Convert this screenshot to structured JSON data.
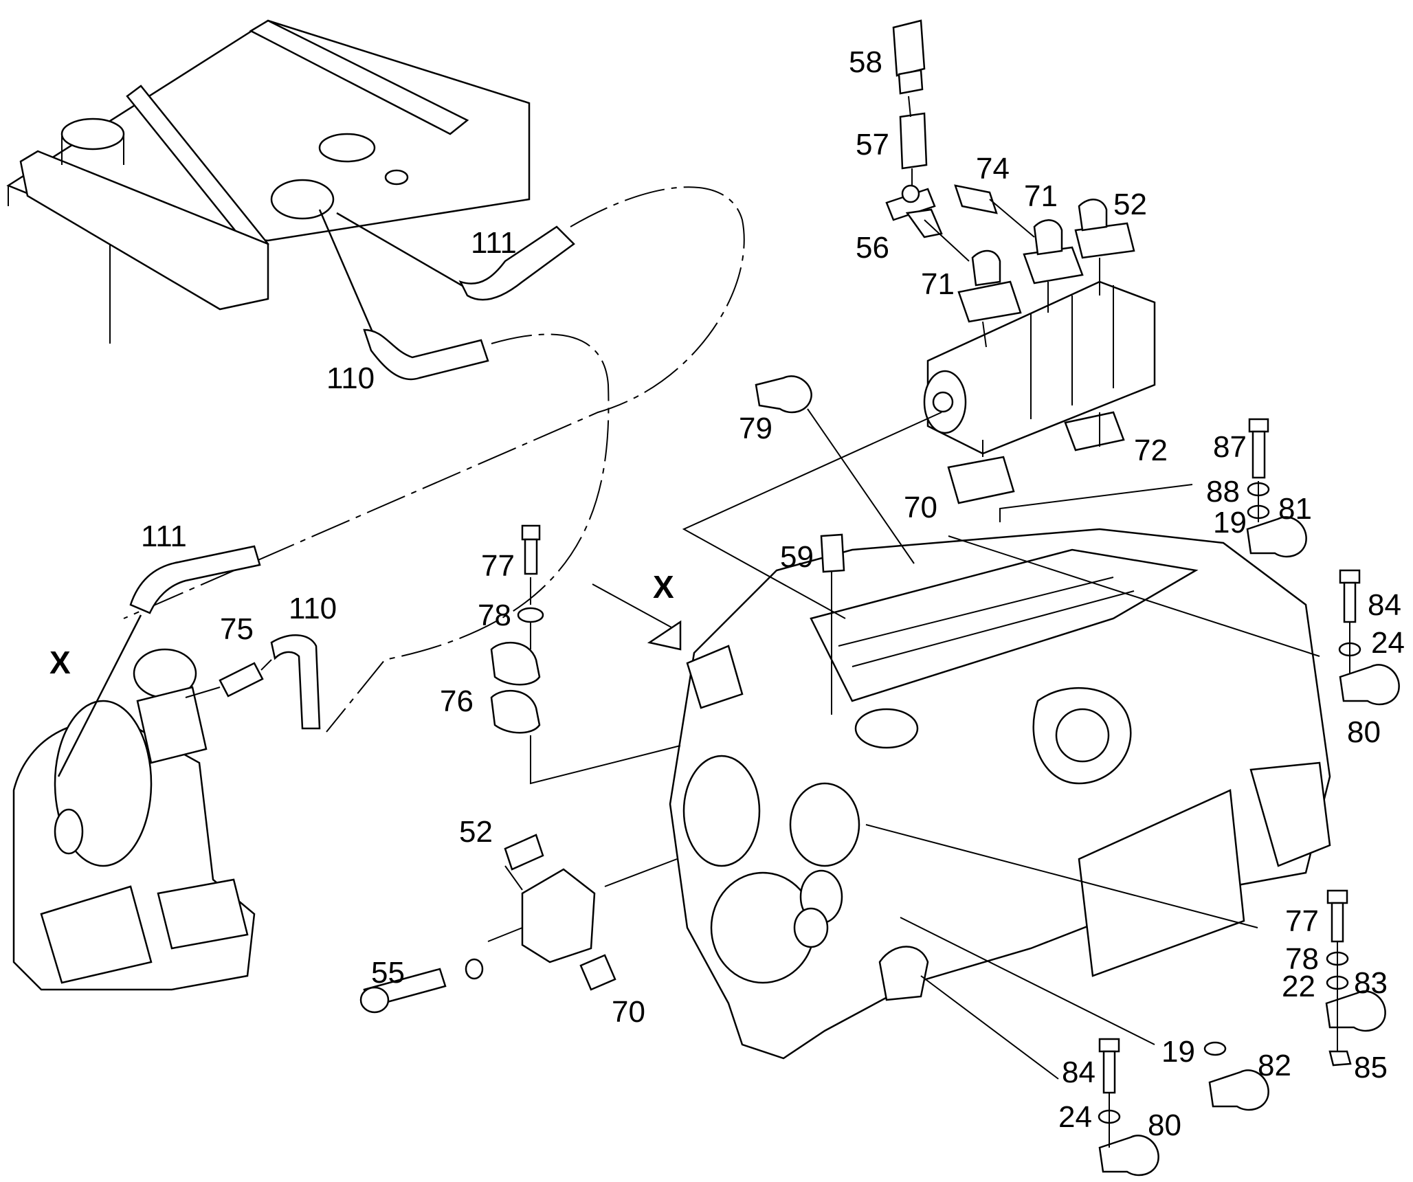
{
  "diagram": {
    "callouts": {
      "c58": "58",
      "c57": "57",
      "c74": "74",
      "c71a": "71",
      "c52a": "52",
      "c56": "56",
      "c71b": "71",
      "c111a": "111",
      "c110a": "110",
      "c79": "79",
      "c72": "72",
      "c70a": "70",
      "c87": "87",
      "c88": "88",
      "c19a": "19",
      "c81": "81",
      "c111b": "111",
      "c77a": "77",
      "c59": "59",
      "c78a": "78",
      "c75": "75",
      "c110b": "110",
      "c84a": "84",
      "c24a": "24",
      "c76": "76",
      "c80a": "80",
      "c52b": "52",
      "c55": "55",
      "c70b": "70",
      "c77b": "77",
      "c78b": "78",
      "c22": "22",
      "c83": "83",
      "c19b": "19",
      "c82": "82",
      "c85": "85",
      "c84b": "84",
      "c24b": "24",
      "c80b": "80"
    },
    "view_marks": {
      "x_left": "X",
      "x_arrow": "X"
    }
  }
}
